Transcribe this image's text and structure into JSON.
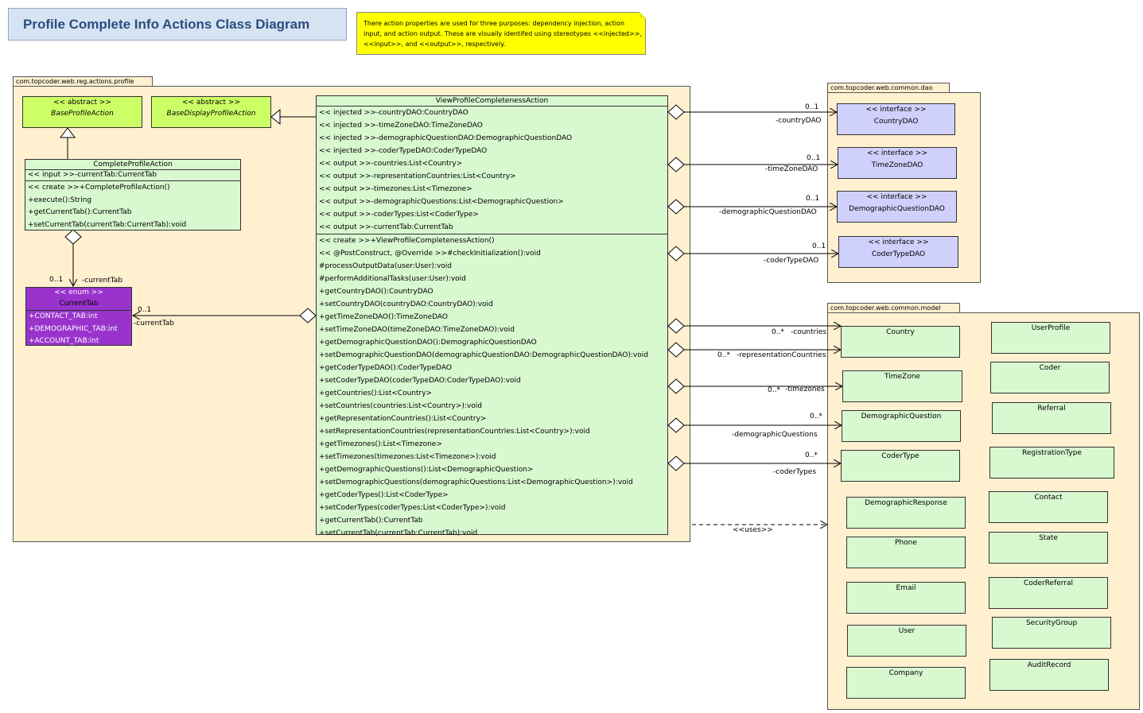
{
  "title": "Profile Complete Info Actions Class Diagram",
  "note": "There action properties are used for three purposes: dependency injection, action input, and action output. These are visually identifed using stereotypes <<injected>>, <<input>>, and <<output>>, respectively.",
  "packages": {
    "actions": "com.topcoder.web.reg.actions.profile",
    "dao": "com.topcoder.web.common.dao",
    "model": "com.topcoder.web.common.model"
  },
  "base_profile": {
    "stereo": "<< abstract >>",
    "name": "BaseProfileAction"
  },
  "base_display": {
    "stereo": "<< abstract >>",
    "name": "BaseDisplayProfileAction"
  },
  "complete_profile": {
    "name": "CompleteProfileAction",
    "attrs": [
      "<< input >>-currentTab:CurrentTab"
    ],
    "ops": [
      "<< create >>+CompleteProfileAction()",
      "+execute():String",
      "+getCurrentTab():CurrentTab",
      "+setCurrentTab(currentTab:CurrentTab):void"
    ]
  },
  "current_tab": {
    "stereo": "<< enum >>",
    "name": "CurrentTab",
    "attrs": [
      "+CONTACT_TAB:int",
      "+DEMOGRAPHIC_TAB:int",
      "+ACCOUNT_TAB:int"
    ]
  },
  "view_action": {
    "name": "ViewProfileCompletenessAction",
    "attrs": [
      "<< injected >>-countryDAO:CountryDAO",
      "<< injected >>-timeZoneDAO:TimeZoneDAO",
      "<< injected >>-demographicQuestionDAO:DemographicQuestionDAO",
      "<< injected >>-coderTypeDAO:CoderTypeDAO",
      "<< output >>-countries:List<Country>",
      "<< output >>-representationCountries:List<Country>",
      "<< output >>-timezones:List<Timezone>",
      "<< output >>-demographicQuestions:List<DemographicQuestion>",
      "<< output >>-coderTypes:List<CoderType>",
      "<< output >>-currentTab:CurrentTab"
    ],
    "ops": [
      "<< create >>+ViewProfileCompletenessAction()",
      "<< @PostConstruct, @Override >>#checkInitialization():void",
      "#processOutputData(user:User):void",
      "#performAdditionalTasks(user:User):void",
      "+getCountryDAO():CountryDAO",
      "+setCountryDAO(countryDAO:CountryDAO):void",
      "+getTimeZoneDAO():TimeZoneDAO",
      "+setTimeZoneDAO(timeZoneDAO:TimeZoneDAO):void",
      "+getDemographicQuestionDAO():DemographicQuestionDAO",
      "+setDemographicQuestionDAO(demographicQuestionDAO:DemographicQuestionDAO):void",
      "+getCoderTypeDAO():CoderTypeDAO",
      "+setCoderTypeDAO(coderTypeDAO:CoderTypeDAO):void",
      "+getCountries():List<Country>",
      "+setCountries(countries:List<Country>):void",
      "+getRepresentationCountries():List<Country>",
      "+setRepresentationCountries(representationCountries:List<Country>):void",
      "+getTimezones():List<Timezone>",
      "+setTimezones(timezones:List<Timezone>):void",
      "+getDemographicQuestions():List<DemographicQuestion>",
      "+setDemographicQuestions(demographicQuestions:List<DemographicQuestion>):void",
      "+getCoderTypes():List<CoderType>",
      "+setCoderTypes(coderTypes:List<CoderType>):void",
      "+getCurrentTab():CurrentTab",
      "+setCurrentTab(currentTab:CurrentTab):void"
    ]
  },
  "dao_interfaces": [
    {
      "stereo": "<< interface >>",
      "name": "CountryDAO"
    },
    {
      "stereo": "<< interface >>",
      "name": "TimeZoneDAO"
    },
    {
      "stereo": "<< interface >>",
      "name": "DemographicQuestionDAO"
    },
    {
      "stereo": "<< interface >>",
      "name": "CoderTypeDAO"
    }
  ],
  "models": [
    "Country",
    "UserProfile",
    "Coder",
    "TimeZone",
    "Referral",
    "DemographicQuestion",
    "CoderType",
    "RegistrationType",
    "DemographicResponse",
    "Contact",
    "Phone",
    "State",
    "Email",
    "CoderReferral",
    "User",
    "SecurityGroup",
    "Company",
    "AuditRecord"
  ],
  "edge_labels": {
    "country_role": "-countryDAO",
    "timezone_role": "-timeZoneDAO",
    "demo_role": "-demographicQuestionDAO",
    "codertype_role": "-coderTypeDAO",
    "mult_one": "0..1",
    "mult_many": "0..*",
    "countries_role": "-countries",
    "rep_role": "-representationCountries",
    "timezones_role": "-timezones",
    "dq_role": "-demographicQuestions",
    "ct_role": "-coderTypes",
    "uses": "<<uses>>",
    "current_tab_role": "-currentTab"
  }
}
